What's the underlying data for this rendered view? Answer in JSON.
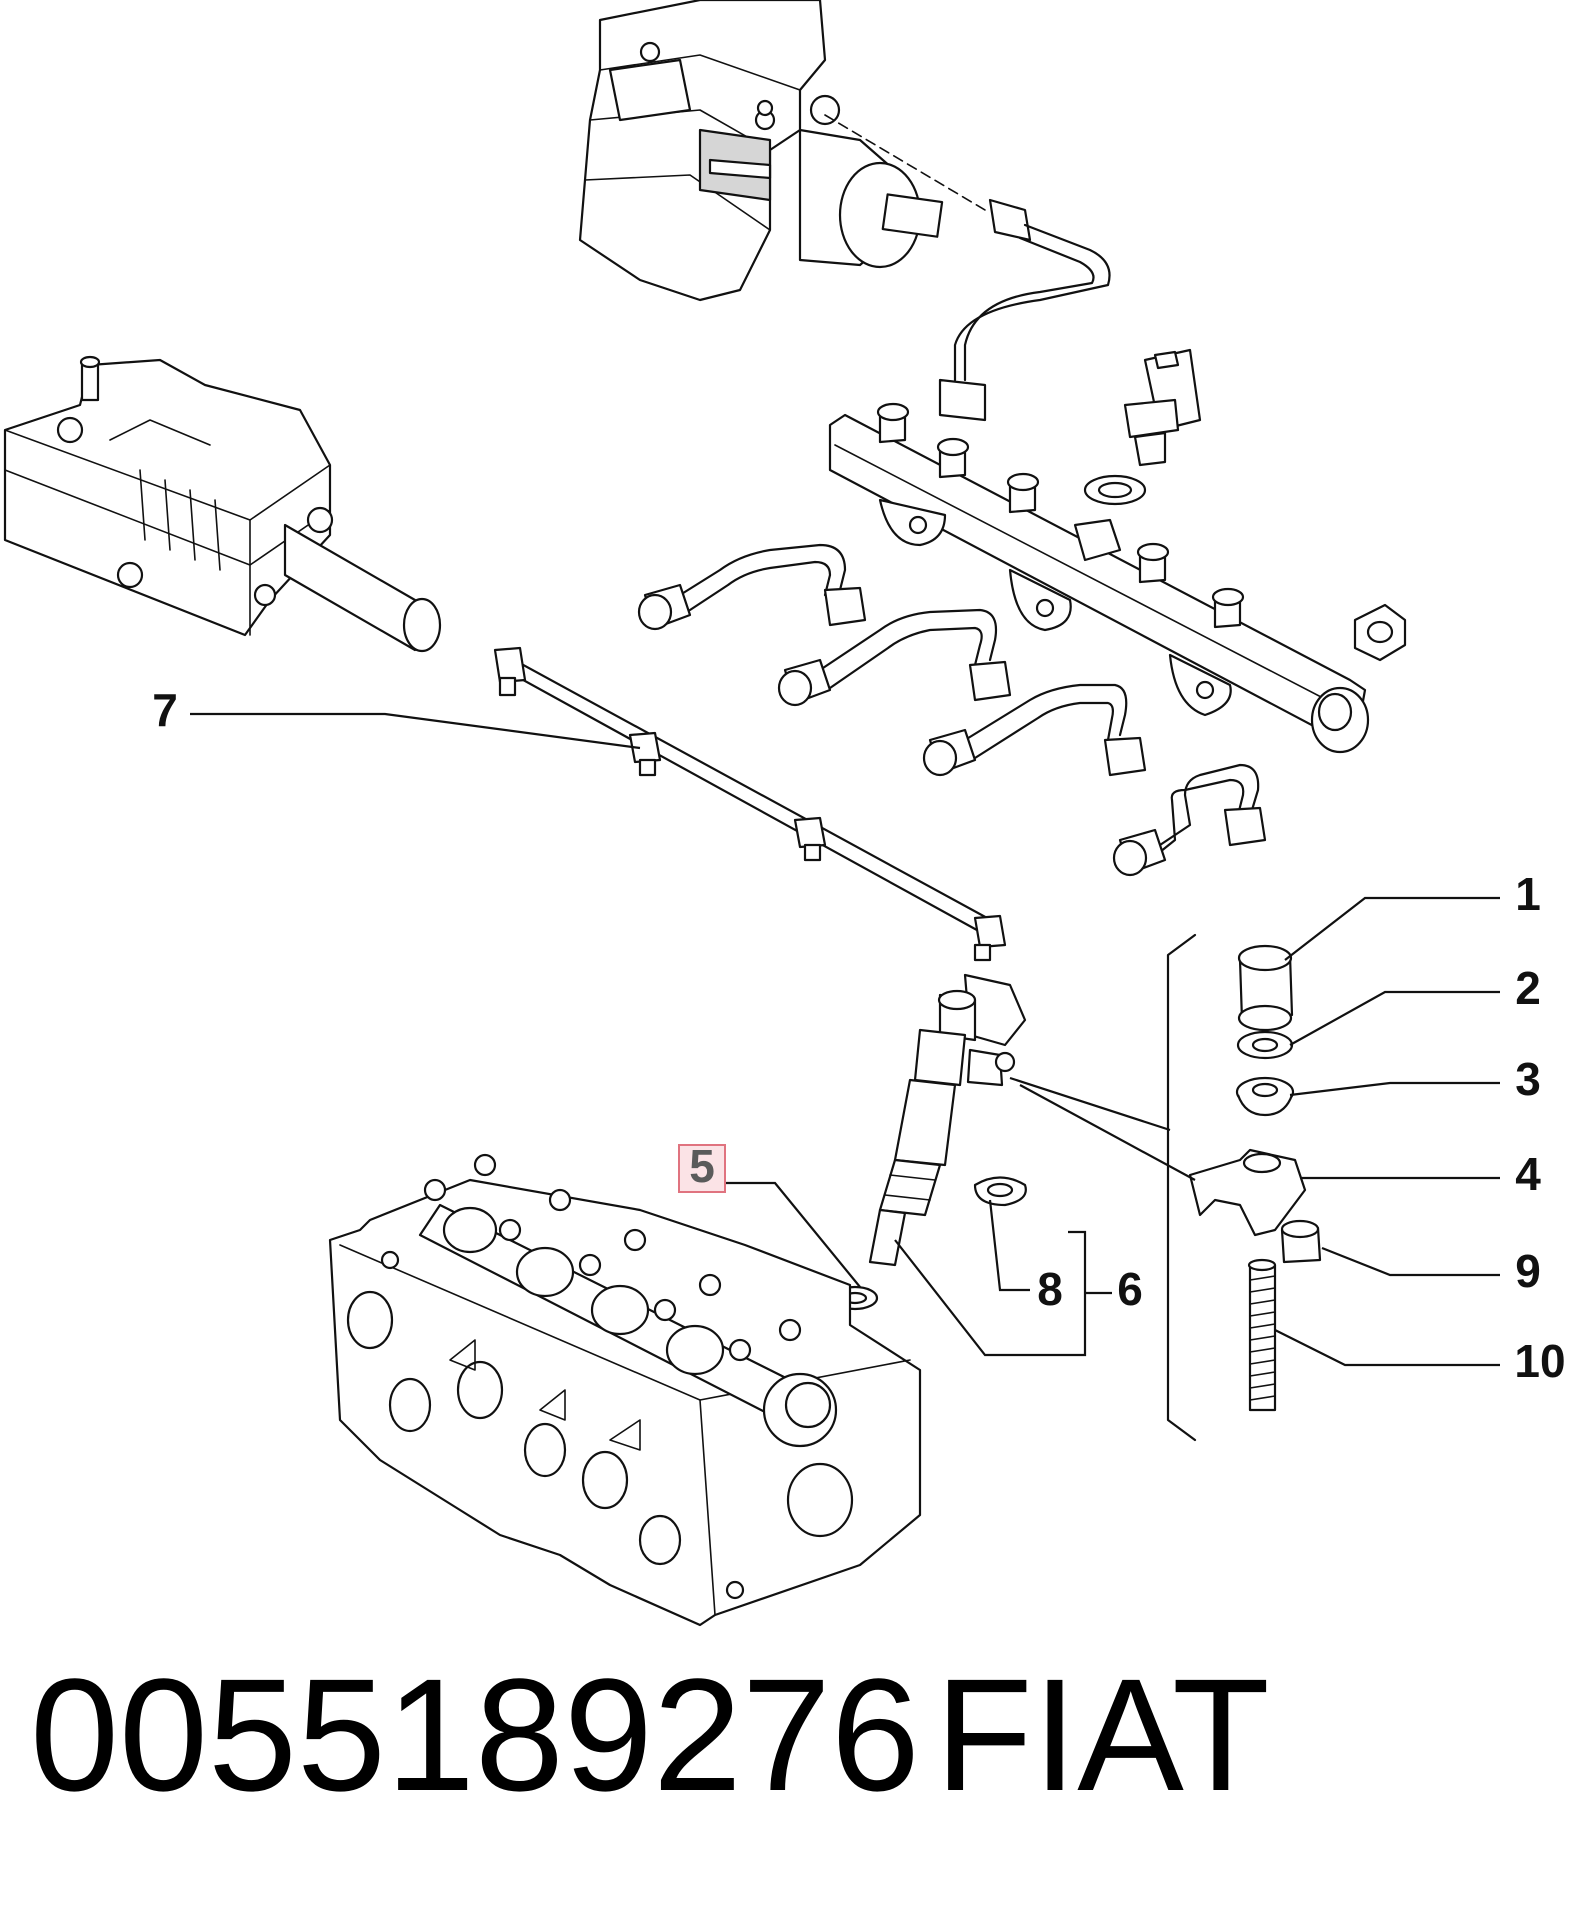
{
  "footer": {
    "part_number": "0055189276",
    "brand": "FIAT"
  },
  "callouts": {
    "c1": "1",
    "c2": "2",
    "c3": "3",
    "c4": "4",
    "c5": "5",
    "c6": "6",
    "c7": "7",
    "c8": "8",
    "c9": "9",
    "c10": "10"
  },
  "highlight": {
    "callout": "5",
    "border_color": "#e0737f",
    "fill_color": "#fbe3e6"
  }
}
